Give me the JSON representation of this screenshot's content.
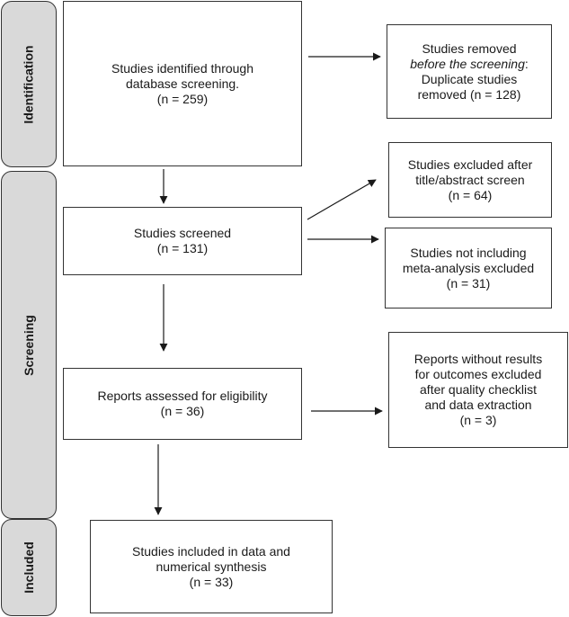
{
  "phases": {
    "identification": "Identification",
    "screening": "Screening",
    "included": "Included"
  },
  "boxes": {
    "identified": {
      "line1": "Studies identified through",
      "line2": "database screening.",
      "line3": "(n = 259)"
    },
    "removed_before": {
      "line1": "Studies removed",
      "line2": "before the screening",
      "line2_suffix": ":",
      "line3": "Duplicate studies",
      "line4": "removed  (n = 128)"
    },
    "screened": {
      "line1": "Studies screened",
      "line2": "(n = 131)"
    },
    "excluded_title_abstract": {
      "line1": "Studies excluded after",
      "line2": "title/abstract screen",
      "line3": "(n = 64)"
    },
    "excluded_no_meta": {
      "line1": "Studies not including",
      "line2": "meta-analysis excluded",
      "line3": "(n = 31)"
    },
    "assessed": {
      "line1": "Reports assessed for eligibility",
      "line2": "(n = 36)"
    },
    "excluded_reports": {
      "line1": "Reports without results",
      "line2": "for outcomes excluded",
      "line3": "after quality checklist",
      "line4": "and data extraction",
      "line5": "(n = 3)"
    },
    "included": {
      "line1": "Studies included in data and",
      "line2": "numerical synthesis",
      "line3": "(n = 33)"
    }
  }
}
